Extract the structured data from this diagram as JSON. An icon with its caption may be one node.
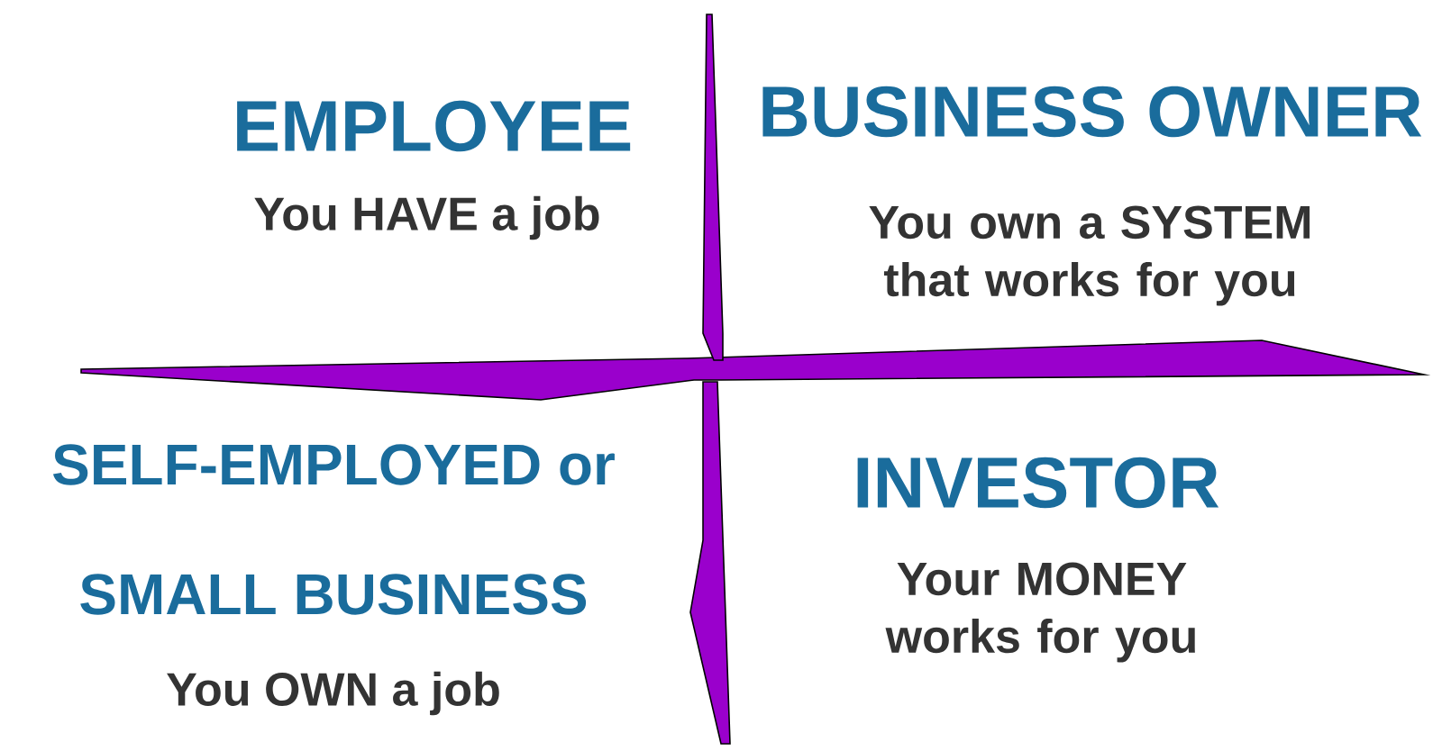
{
  "diagram": {
    "labels": [
      "EMPLOYEE",
      "You HAVE a job",
      "BUSINESS OWNER",
      "You own a SYSTEM that works for you",
      "SELF-EMPLOYED or",
      "SMALL BUSINESS",
      "You OWN a job",
      "INVESTOR",
      "Your MONEY works for you"
    ]
  }
}
